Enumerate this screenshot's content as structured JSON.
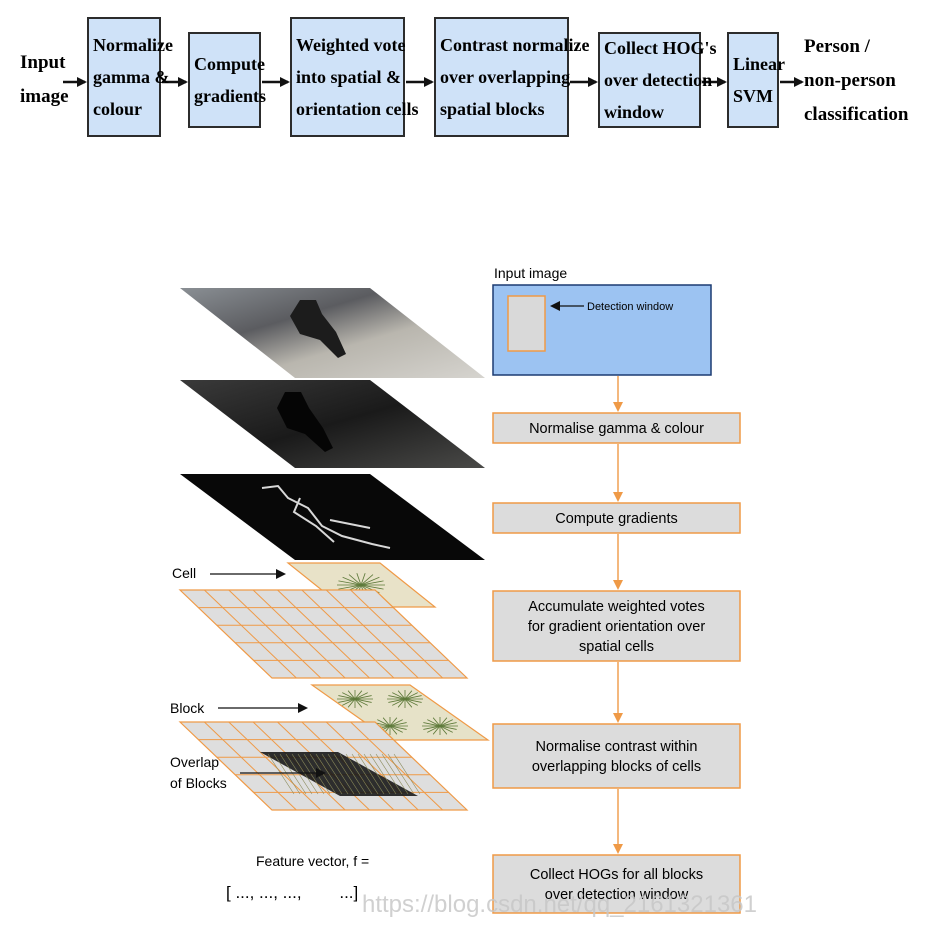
{
  "top_pipeline": {
    "input_label": [
      "Input",
      "image"
    ],
    "output_label": [
      "Person /",
      "non-person",
      "classification"
    ],
    "steps": [
      {
        "lines": [
          "Normalize",
          "gamma &",
          "colour"
        ]
      },
      {
        "lines": [
          "Compute",
          "gradients"
        ]
      },
      {
        "lines": [
          "Weighted vote",
          "into spatial &",
          "orientation cells"
        ]
      },
      {
        "lines": [
          "Contrast normalize",
          "over overlapping",
          "spatial blocks"
        ]
      },
      {
        "lines": [
          "Collect HOG's",
          "over detection",
          "window"
        ]
      },
      {
        "lines": [
          "Linear",
          "SVM"
        ]
      }
    ]
  },
  "bottom_pipeline": {
    "input_title": "Input image",
    "detection_window_label": "Detection window",
    "steps": [
      {
        "lines": [
          "Normalise gamma & colour"
        ]
      },
      {
        "lines": [
          "Compute gradients"
        ]
      },
      {
        "lines": [
          "Accumulate weighted votes",
          "for gradient orientation over",
          "spatial cells"
        ]
      },
      {
        "lines": [
          "Normalise contrast within",
          "overlapping blocks of cells"
        ]
      },
      {
        "lines": [
          "Collect HOGs for all blocks",
          "over detection window"
        ]
      }
    ]
  },
  "left_labels": {
    "cell": "Cell",
    "block": "Block",
    "overlap": [
      "Overlap",
      "of Blocks"
    ],
    "feature_vector": "Feature vector, f =",
    "feature_vector_values": "[ ..., ..., ...,        ...]"
  },
  "watermark": "https://blog.csdn.net/qq_2161321361",
  "colors": {
    "box_fill": "#cfe2f8",
    "box_stroke": "#2c2c2c",
    "input_fill": "#9cc3f2",
    "input_stroke": "#1c3b72",
    "step_fill": "#dcdcdc",
    "step_stroke": "#ef9a47",
    "orange": "#ef9a47",
    "grid_fill": "#dedede"
  }
}
